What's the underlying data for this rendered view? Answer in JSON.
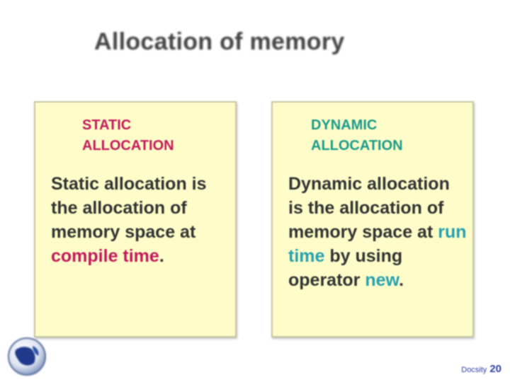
{
  "slide": {
    "title": "Allocation of memory"
  },
  "static_panel": {
    "heading": "STATIC\nALLOCATION",
    "body_1": "Static allocation is the allocation of memory space at ",
    "highlight": "compile time",
    "body_2": "."
  },
  "dynamic_panel": {
    "heading": "DYNAMIC\nALLOCATION",
    "body_1": "Dynamic allocation is the allocation of memory space at ",
    "highlight_1": "run time",
    "body_2": " by using operator ",
    "highlight_2": "new",
    "body_3": "."
  },
  "footer": {
    "label": "Docsity",
    "page_number": "20"
  },
  "colors": {
    "panel_fill": "#fefdc9",
    "static_accent": "#c2185b",
    "dynamic_heading": "#1a9a8c",
    "dynamic_highlight": "#26a0b0",
    "title": "#444444",
    "body_text": "#333333"
  },
  "icons": {
    "logo": "globe-logo-icon"
  }
}
